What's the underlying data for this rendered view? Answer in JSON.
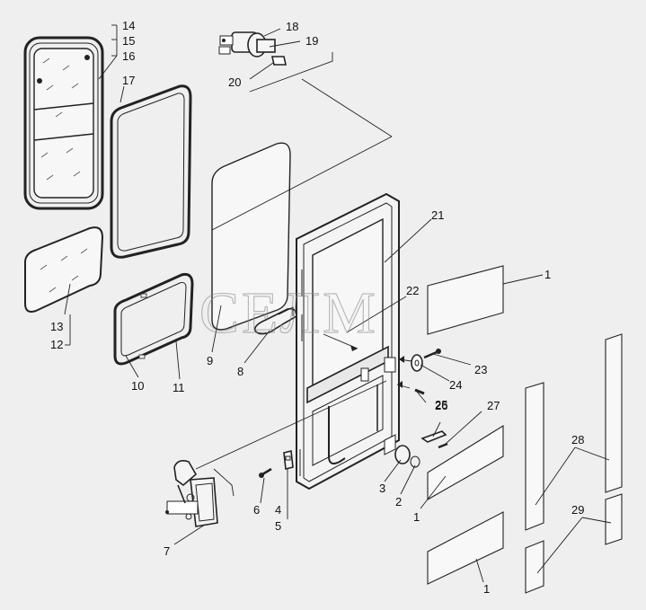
{
  "watermark": "СЕЛМ",
  "labels": {
    "p1a": "1",
    "p1b": "1",
    "p1c": "1",
    "p2": "2",
    "p3": "3",
    "p4": "4",
    "p5": "5",
    "p6": "6",
    "p7": "7",
    "p8": "8",
    "p9": "9",
    "p10": "10",
    "p11": "11",
    "p12": "12",
    "p13": "13",
    "p14": "14",
    "p15": "15",
    "p16": "16",
    "p17": "17",
    "p18": "18",
    "p19": "19",
    "p20": "20",
    "p21": "21",
    "p22": "22",
    "p23": "23",
    "p24": "24",
    "p25": "25",
    "p26": "26",
    "p27": "27",
    "p28": "28",
    "p29": "29"
  }
}
